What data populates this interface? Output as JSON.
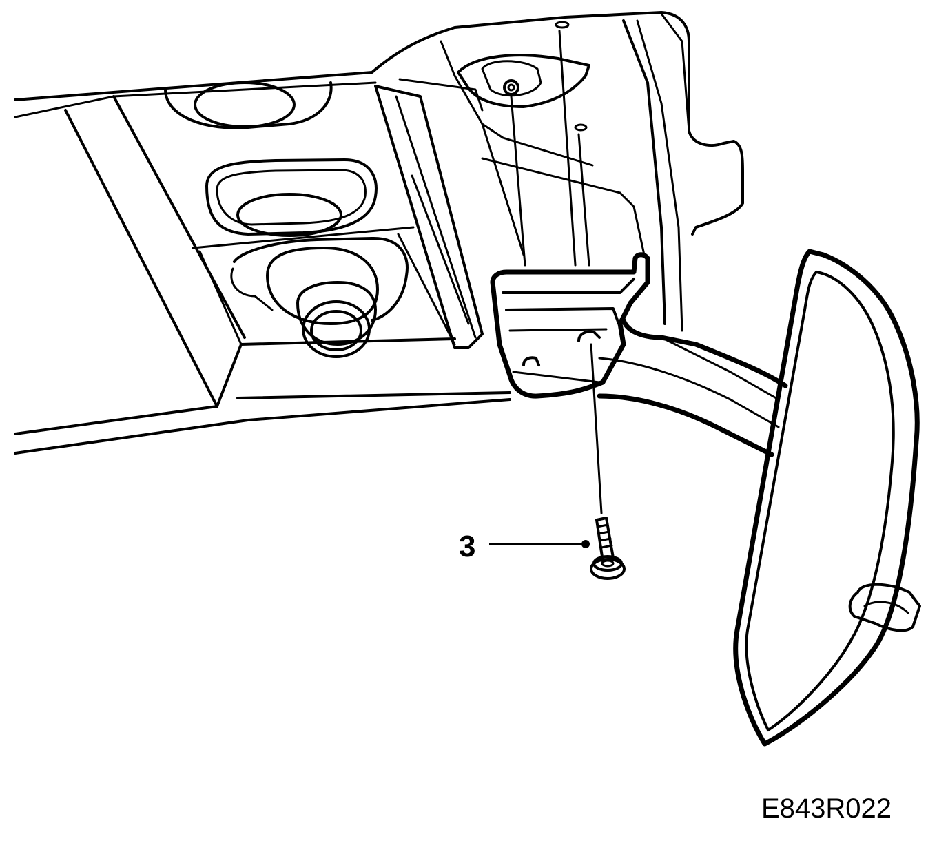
{
  "figure": {
    "code": "E843R022"
  },
  "callouts": [
    {
      "number": "3",
      "part": "screw"
    }
  ],
  "icons": [
    "roof-panel",
    "dome-light-openings",
    "mirror-bracket",
    "rearview-mirror",
    "mounting-screw"
  ],
  "colors": {
    "line": "#000000",
    "background": "#ffffff"
  }
}
